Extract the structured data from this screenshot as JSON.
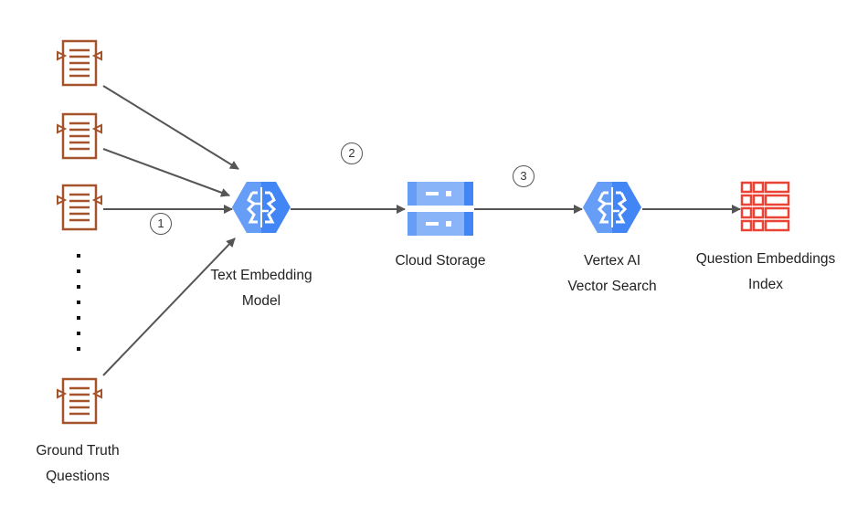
{
  "nodes": {
    "ground_truth": {
      "line1": "Ground Truth",
      "line2": "Questions",
      "icon": "document-icon"
    },
    "text_embedding": {
      "line1": "Text Embedding",
      "line2": "Model",
      "icon": "ai-brain-icon"
    },
    "cloud_storage": {
      "line1": "Cloud Storage",
      "icon": "storage-server-icon"
    },
    "vertex": {
      "line1": "Vertex AI",
      "line2": "Vector Search",
      "icon": "ai-brain-icon"
    },
    "index": {
      "line1": "Question Embeddings",
      "line2": "Index",
      "icon": "index-grid-icon"
    }
  },
  "steps": [
    "1",
    "2",
    "3"
  ],
  "colors": {
    "document": "#a5532b",
    "google_blue": "#4285f4",
    "google_blue_light": "#8ab4f8",
    "index_red": "#ea4335",
    "arrow": "#555555"
  }
}
